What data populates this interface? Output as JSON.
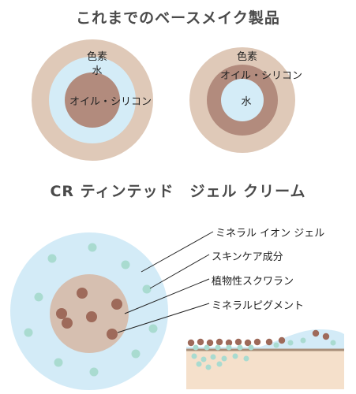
{
  "heading_conventional": "これまでのベースメイク製品",
  "heading_cr": "CR ティンテッド　ジェル クリーム",
  "left_circle": {
    "outer": "色素",
    "middle": "水",
    "inner": "オイル・シリコン"
  },
  "right_circle": {
    "outer": "色素",
    "middle": "オイル・シリコン",
    "inner": "水"
  },
  "callouts": [
    "ミネラル イオン ジェル",
    "スキンケア成分",
    "植物性スクワラン",
    "ミネラルピグメント"
  ],
  "colors": {
    "pigment": "#dfc9b8",
    "water": "#d4ecf7",
    "oil": "#b28b7d",
    "ion_gel": "#d3ebf7",
    "skincare_dot": "#a9dbd0",
    "squalane": "#d6bfb0",
    "mineral_dot": "#9e6a5a",
    "skin": "#f5e0cb",
    "skin_line": "#a88f7a"
  }
}
